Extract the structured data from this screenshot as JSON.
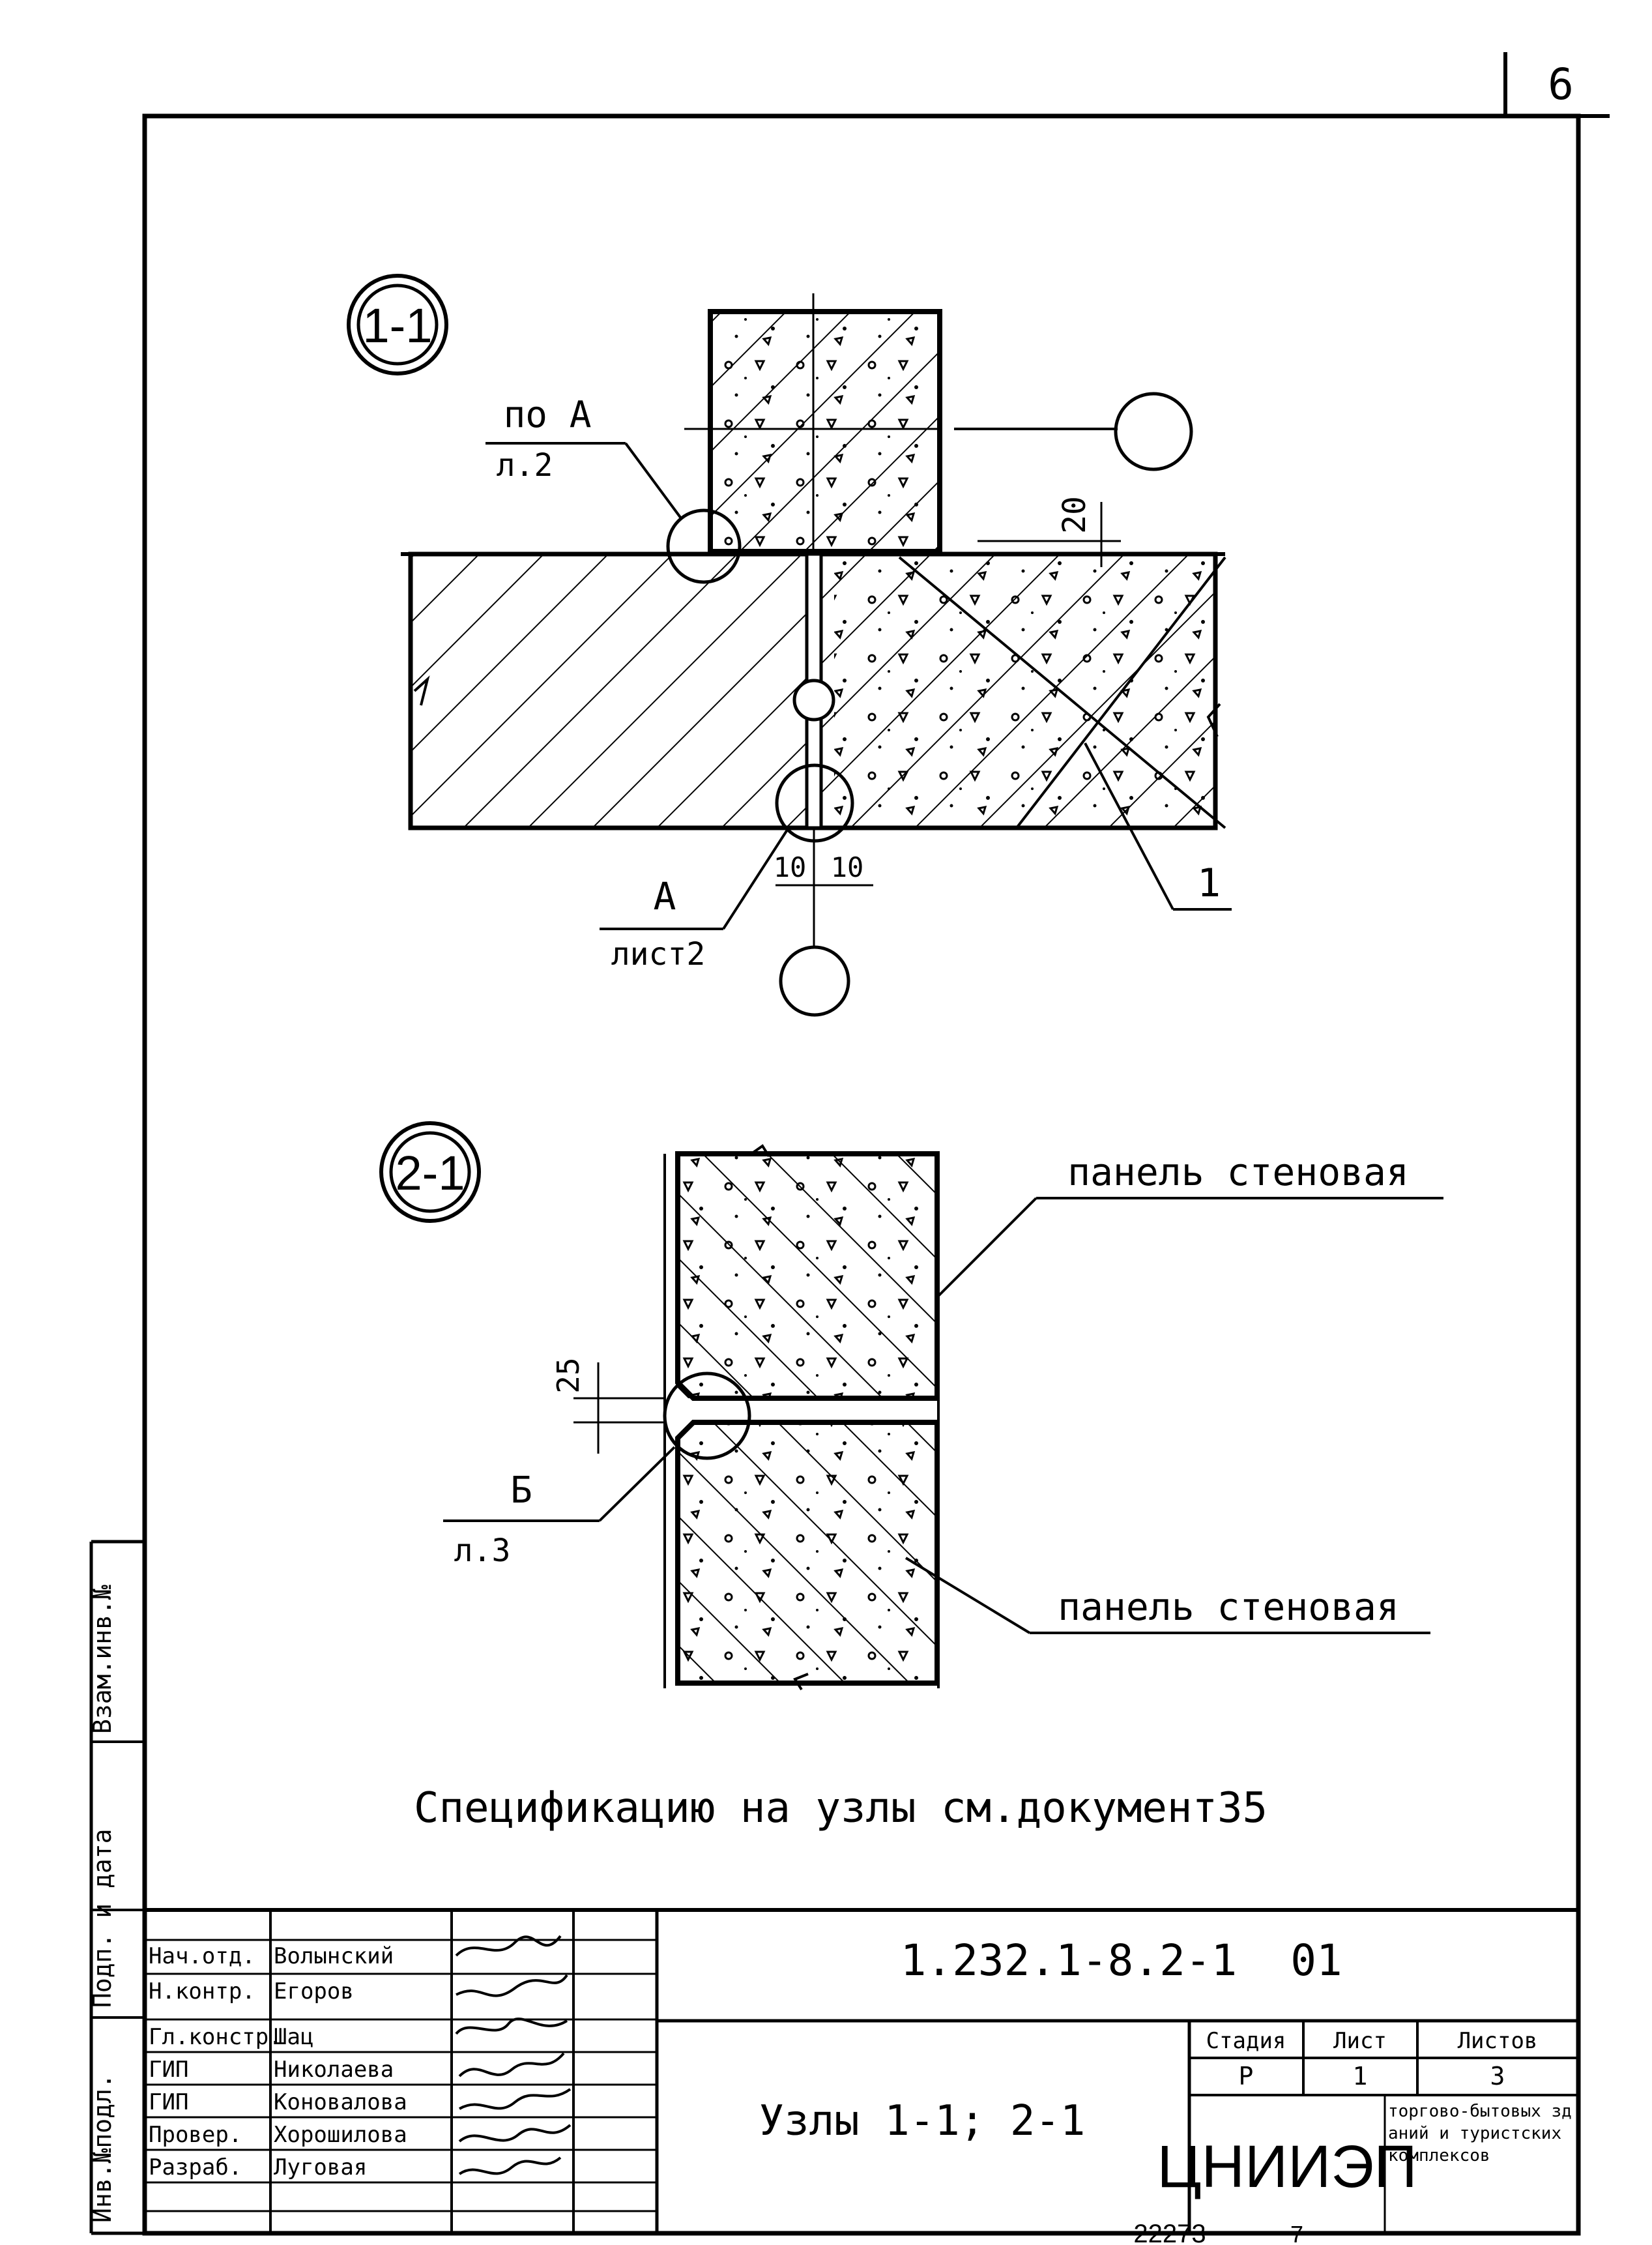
{
  "sheet": {
    "page_number": "6",
    "archive_number": "22273",
    "bottom_small": "7"
  },
  "node_1_1": {
    "label": "1-1",
    "ref_po_a": "по А",
    "ref_po_a_sheet": "л.2",
    "ref_a": "А",
    "ref_a_sheet": "лист2",
    "dim_gap": "20",
    "dim_left": "10",
    "dim_right": "10",
    "callout_1": "1"
  },
  "node_2_1": {
    "label": "2-1",
    "panel_top": "панель стеновая",
    "panel_bottom": "панель стеновая",
    "ref_b": "Б",
    "ref_b_sheet": "л.3",
    "dim_gap": "25"
  },
  "note": "Спецификацию на узлы см.документ35",
  "side_stamp": {
    "col1": "Инв.№подл.",
    "col2": "Подп. и дата",
    "col3": "Взам.инв.№"
  },
  "title_block": {
    "doc_code": "1.232.1-8.2-1",
    "doc_suffix": "01",
    "title": "Узлы 1-1; 2-1",
    "org": "ЦНИИЭП",
    "org_desc": "торгово-бытовых зданий и туристских комплексов",
    "stage_header": "Стадия",
    "sheet_header": "Лист",
    "sheets_header": "Листов",
    "stage": "Р",
    "sheet": "1",
    "sheets": "3",
    "signatures": [
      {
        "role": "Нач.отд.",
        "name": "Волынский"
      },
      {
        "role": "Н.контр.",
        "name": "Егоров"
      },
      {
        "role": "Гл.констр.",
        "name": "Шац"
      },
      {
        "role": "ГИП",
        "name": "Николаева"
      },
      {
        "role": "ГИП",
        "name": "Коновалова"
      },
      {
        "role": "Провер.",
        "name": "Хорошилова"
      },
      {
        "role": "Разраб.",
        "name": "Луговая"
      }
    ]
  }
}
